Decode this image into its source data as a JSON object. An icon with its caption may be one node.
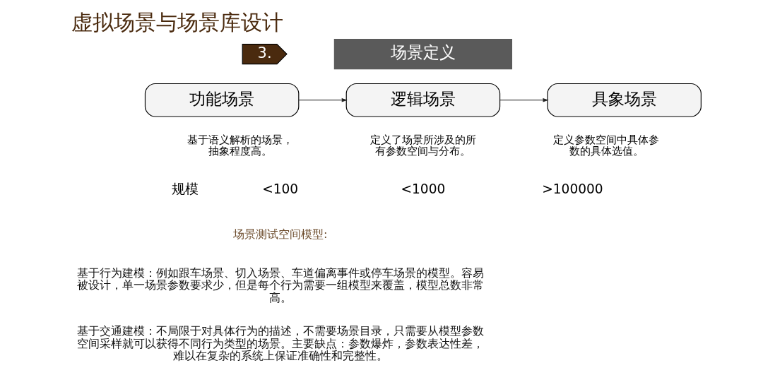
{
  "diagram": {
    "title": "虚拟场景与场景库设计",
    "nodes": [
      {
        "text": [
          "功能场景"
        ],
        "beside": [
          "基于语义解析的场景，抽象程度高。"
        ]
      },
      {
        "text": [
          "逻辑场景"
        ],
        "beside": [
          "定义了场景所涉及的所有参数空间与分布。"
        ]
      },
      {
        "text": [
          "具象场景"
        ],
        "beside": [
          "定义参数空间中具体参数的具体选值。"
        ]
      }
    ],
    "edges": [
      {
        "from": 0,
        "to": 1,
        "arrow": "to"
      },
      {
        "from": 1,
        "to": 2,
        "arrow": "to"
      }
    ],
    "labels": [
      "3.",
      "场景定义",
      "规模",
      "<100",
      "<1000",
      ">100000",
      "场景测试空间模型:",
      "基于行为建模：例如跟车场景、切入场景、车道偏离事件或停车场景的模型。容易被设计，单一场景参数要求少，但是每个行为需要一组模型来覆盖，模型总数非常高。",
      "基于交通建模：不局限于对具体行为的描述，不需要场景目录，只需要从模型参数空间采样就可以获得不同行为类型的场景。主要缺点：参数爆炸，参数表达性差，难以在复杂的系统上保证准确性和完整性。"
    ]
  }
}
